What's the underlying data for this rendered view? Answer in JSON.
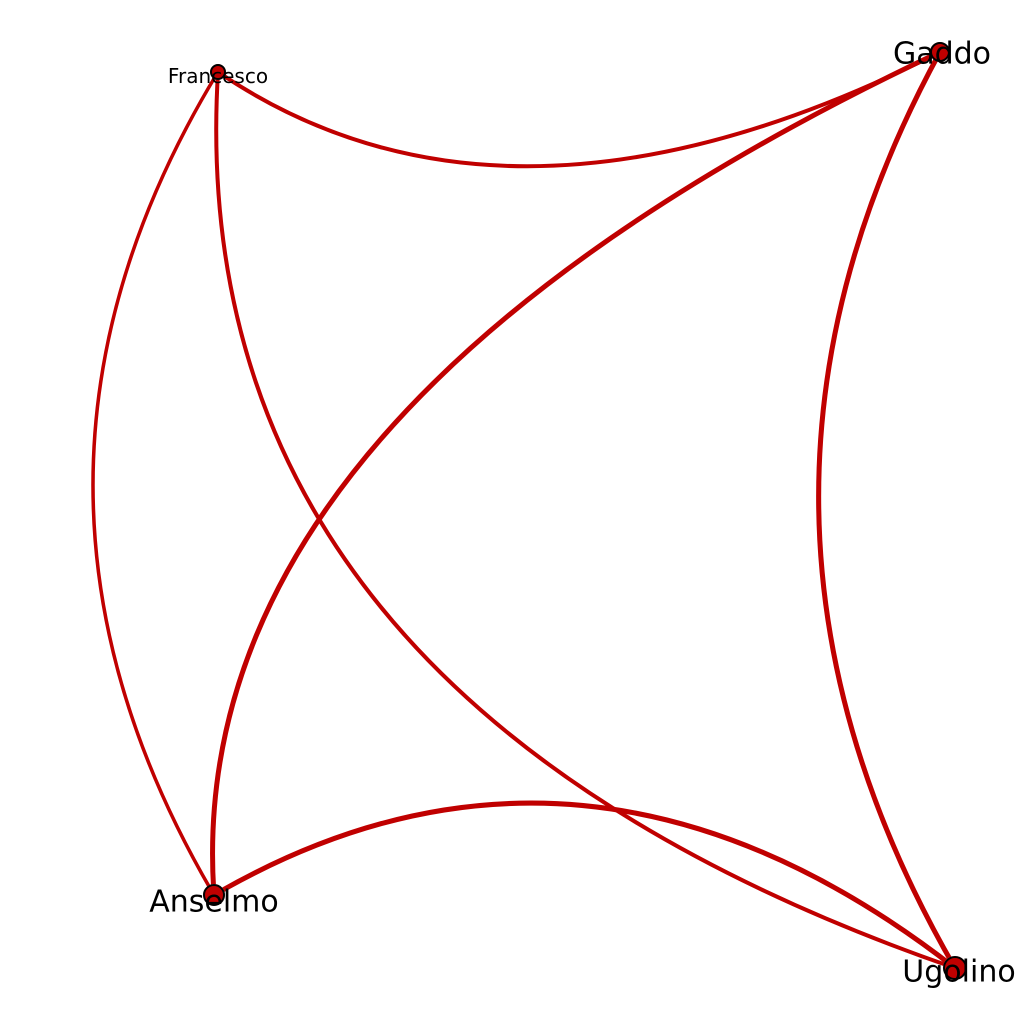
{
  "graph": {
    "edge_color": "#c00000",
    "node_fill": "#c00000",
    "node_stroke": "#000000",
    "node_halo": "#f4b6b6",
    "nodes": [
      {
        "id": "francesco",
        "label": "Francesco"
      },
      {
        "id": "gaddo",
        "label": "Gaddo"
      },
      {
        "id": "anselmo",
        "label": "Anselmo"
      },
      {
        "id": "ugolino",
        "label": "Ugolino"
      }
    ],
    "edges": [
      {
        "source": "francesco",
        "target": "gaddo"
      },
      {
        "source": "francesco",
        "target": "anselmo"
      },
      {
        "source": "francesco",
        "target": "ugolino"
      },
      {
        "source": "gaddo",
        "target": "anselmo"
      },
      {
        "source": "gaddo",
        "target": "ugolino"
      },
      {
        "source": "anselmo",
        "target": "ugolino"
      }
    ]
  }
}
